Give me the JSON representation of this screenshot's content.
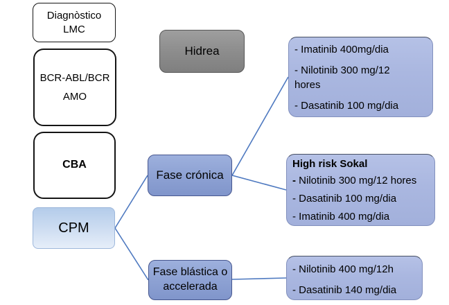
{
  "diagram": {
    "boxes": {
      "diagnostico": {
        "line1": "Diagnòstico",
        "line2": "LMC"
      },
      "bcr": {
        "line1": "BCR-ABL/BCR",
        "line2": "AMO"
      },
      "cba": {
        "label": "CBA"
      },
      "cpm": {
        "label": "CPM"
      },
      "hidrea": {
        "label": "Hidrea"
      },
      "fase_cronica": {
        "label": "Fase crónica"
      },
      "fase_blastica": {
        "line1": "Fase blástica o",
        "line2": "accelerada"
      },
      "treat_cronica": {
        "items": [
          "- Imatinib 400mg/dia",
          "- Nilotinib 300 mg/12 hores",
          "- Dasatinib 100 mg/dia"
        ]
      },
      "treat_sokal": {
        "title": "High risk Sokal",
        "item1_dash": "-",
        "item1_rest": " Nilotinib 300 mg/12 hores",
        "items": [
          "- Dasatinib 100 mg/dia",
          "- Imatinib 400 mg/dia"
        ]
      },
      "treat_blastica": {
        "items": [
          "- Nilotinib 400 mg/12h",
          "- Dasatinib 140 mg/dia"
        ]
      }
    },
    "connections": [
      {
        "from": "CPM",
        "to": "Fase crónica"
      },
      {
        "from": "CPM",
        "to": "Fase blástica o accelerada"
      },
      {
        "from": "Fase crónica",
        "to": "Imatinib/Nilotinib/Dasatinib first-line list"
      },
      {
        "from": "Fase crónica",
        "to": "High risk Sokal list"
      },
      {
        "from": "Fase blástica o accelerada",
        "to": "Nilotinib/Dasatinib list"
      }
    ],
    "colors": {
      "connector_blue": "#4e79c0",
      "fase_box_fill": "#8fa3d4",
      "fase_box_border": "#46568e",
      "treatment_box_fill": "#aab7e0",
      "treatment_box_border": "#8290bd",
      "cpm_gradient_top": "#b4ccea",
      "cpm_gradient_bottom": "#e6eef9",
      "hidrea_fill": "#8d8d8d",
      "hidrea_border": "#565656",
      "white_box_border": "#141414"
    }
  }
}
